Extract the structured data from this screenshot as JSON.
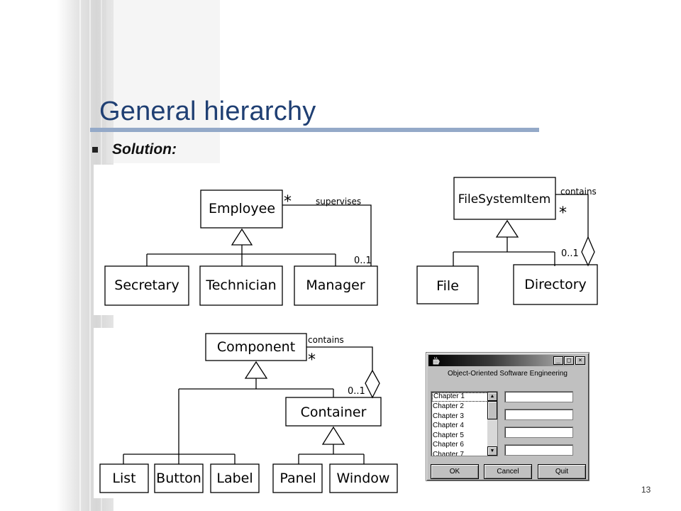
{
  "slide": {
    "title": "General hierarchy",
    "bullet": "Solution:",
    "page_number": "13"
  },
  "colors": {
    "title": "#1f3f73",
    "title_rule": "#94a9c8",
    "stripe_background": "#d8d8d8"
  },
  "diagrams": {
    "employee": {
      "superclass": "Employee",
      "subclasses": [
        "Secretary",
        "Technician",
        "Manager"
      ],
      "association": {
        "label": "supervises",
        "many": "*",
        "optional": "0..1"
      }
    },
    "filesystem": {
      "superclass": "FileSystemItem",
      "subclasses": [
        "File",
        "Directory"
      ],
      "association": {
        "label": "contains",
        "many": "*",
        "optional": "0..1"
      }
    },
    "component": {
      "superclass": "Component",
      "middle": "Container",
      "leaves": [
        "List",
        "Button",
        "Label"
      ],
      "container_subclasses": [
        "Panel",
        "Window"
      ],
      "association": {
        "label": "contains",
        "many": "*",
        "optional": "0..1"
      }
    }
  },
  "java_window": {
    "heading": "Object-Oriented Software Engineering",
    "list_items": [
      "Chapter 1",
      "Chapter 2",
      "Chapter 3",
      "Chapter 4",
      "Chapter 5",
      "Chapter 6",
      "Chapter 7"
    ],
    "buttons": {
      "ok": "OK",
      "cancel": "Cancel",
      "quit": "Quit"
    },
    "controls": {
      "minimize": "_",
      "maximize": "□",
      "close": "×"
    },
    "scroll": {
      "up": "▲",
      "down": "▼"
    }
  }
}
